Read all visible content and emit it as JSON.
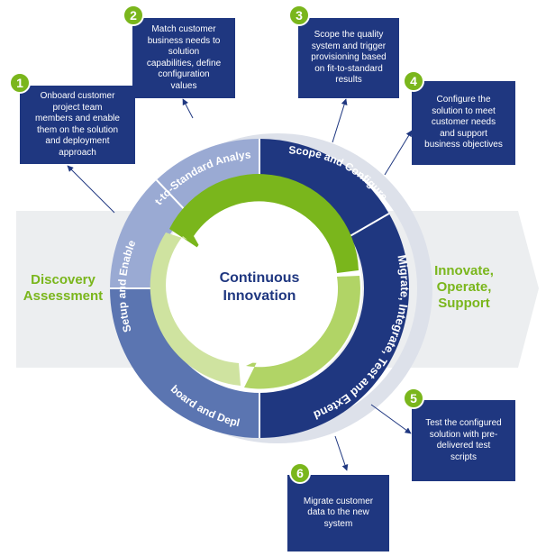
{
  "center": {
    "title": "Continuous\nInnovation"
  },
  "left_label": "Discovery\nAssessment",
  "right_label": "Innovate,\nOperate,\nSupport",
  "segments": {
    "setup": "Setup and Enable",
    "fit": "Fit-to-Standard Analysis",
    "scope": "Scope and Configure",
    "migrate": "Migrate, Integrate, Test and Extend",
    "onboard": "Onboard and Deploy"
  },
  "steps": [
    {
      "number": "1",
      "text": "Onboard customer\nproject team\nmembers and enable\nthem on the solution\nand deployment\napproach"
    },
    {
      "number": "2",
      "text": "Match customer\nbusiness needs to\nsolution\ncapabilities, define\nconfiguration\nvalues"
    },
    {
      "number": "3",
      "text": "Scope the quality\nsystem and trigger\nprovisioning based\non fit-to-standard\nresults"
    },
    {
      "number": "4",
      "text": "Configure the\nsolution to meet\ncustomer needs\nand support\nbusiness objectives"
    },
    {
      "number": "5",
      "text": "Test the configured\nsolution with pre-\ndelivered test\nscripts"
    },
    {
      "number": "6",
      "text": "Migrate customer\ndata to the new\nsystem"
    }
  ],
  "colors": {
    "dark_blue": "#1f3780",
    "mid_blue": "#5b75b1",
    "light_blue": "#9aaad3",
    "green": "#7ab61c",
    "light_green": "#b1d466",
    "pale_green": "#cfe3a0",
    "outer_ring": "#dde1ea",
    "arrow": "#eceef0"
  }
}
